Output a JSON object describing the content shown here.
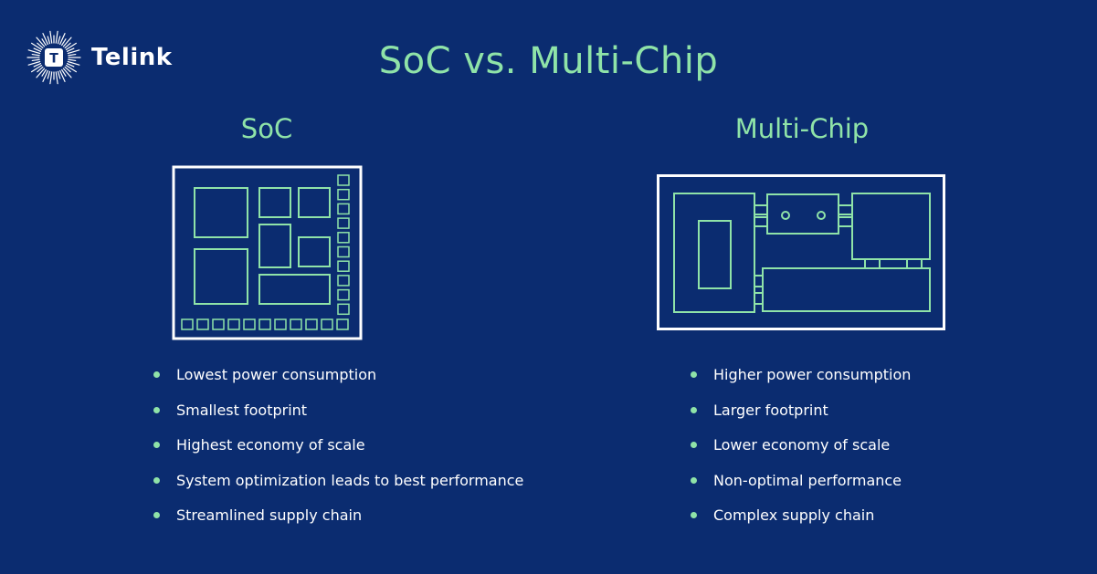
{
  "brand": {
    "name": "Telink",
    "logo_letter": "T"
  },
  "title": "SoC vs. Multi-Chip",
  "columns": [
    {
      "heading": "SoC",
      "diagram_icon": "soc-chip-icon",
      "bullets": [
        "Lowest power consumption",
        "Smallest footprint",
        "Highest economy of scale",
        "System optimization leads to best performance",
        "Streamlined supply chain"
      ]
    },
    {
      "heading": "Multi-Chip",
      "diagram_icon": "multi-chip-board-icon",
      "bullets": [
        "Higher power consumption",
        "Larger footprint",
        "Lower economy of scale",
        "Non-optimal performance",
        "Complex supply chain"
      ]
    }
  ],
  "colors": {
    "background": "#0b2c70",
    "accent": "#8fe3a8",
    "outline": "#ffffff"
  }
}
